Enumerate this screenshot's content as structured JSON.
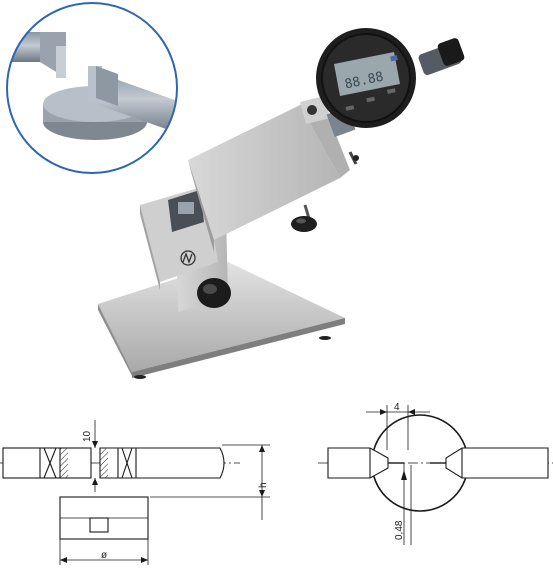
{
  "colors": {
    "inset_ring": "#2f66b3",
    "housing": "#c9c9c9",
    "dial_body": "#1e1e1e",
    "lcd": "#9aa7ad",
    "line": "#1a1a1a"
  },
  "icons": [
    "brand-logo-icon",
    "adjust-knob-icon",
    "clamp-screw-icon"
  ],
  "instrument": {
    "logo_text": "",
    "display_reading": "88.88"
  },
  "drawing_left": {
    "dim_gap": "10",
    "dim_height": "h",
    "dim_diameter": "ø"
  },
  "drawing_right": {
    "dim_offset": "4",
    "dim_tip": "0,48"
  }
}
